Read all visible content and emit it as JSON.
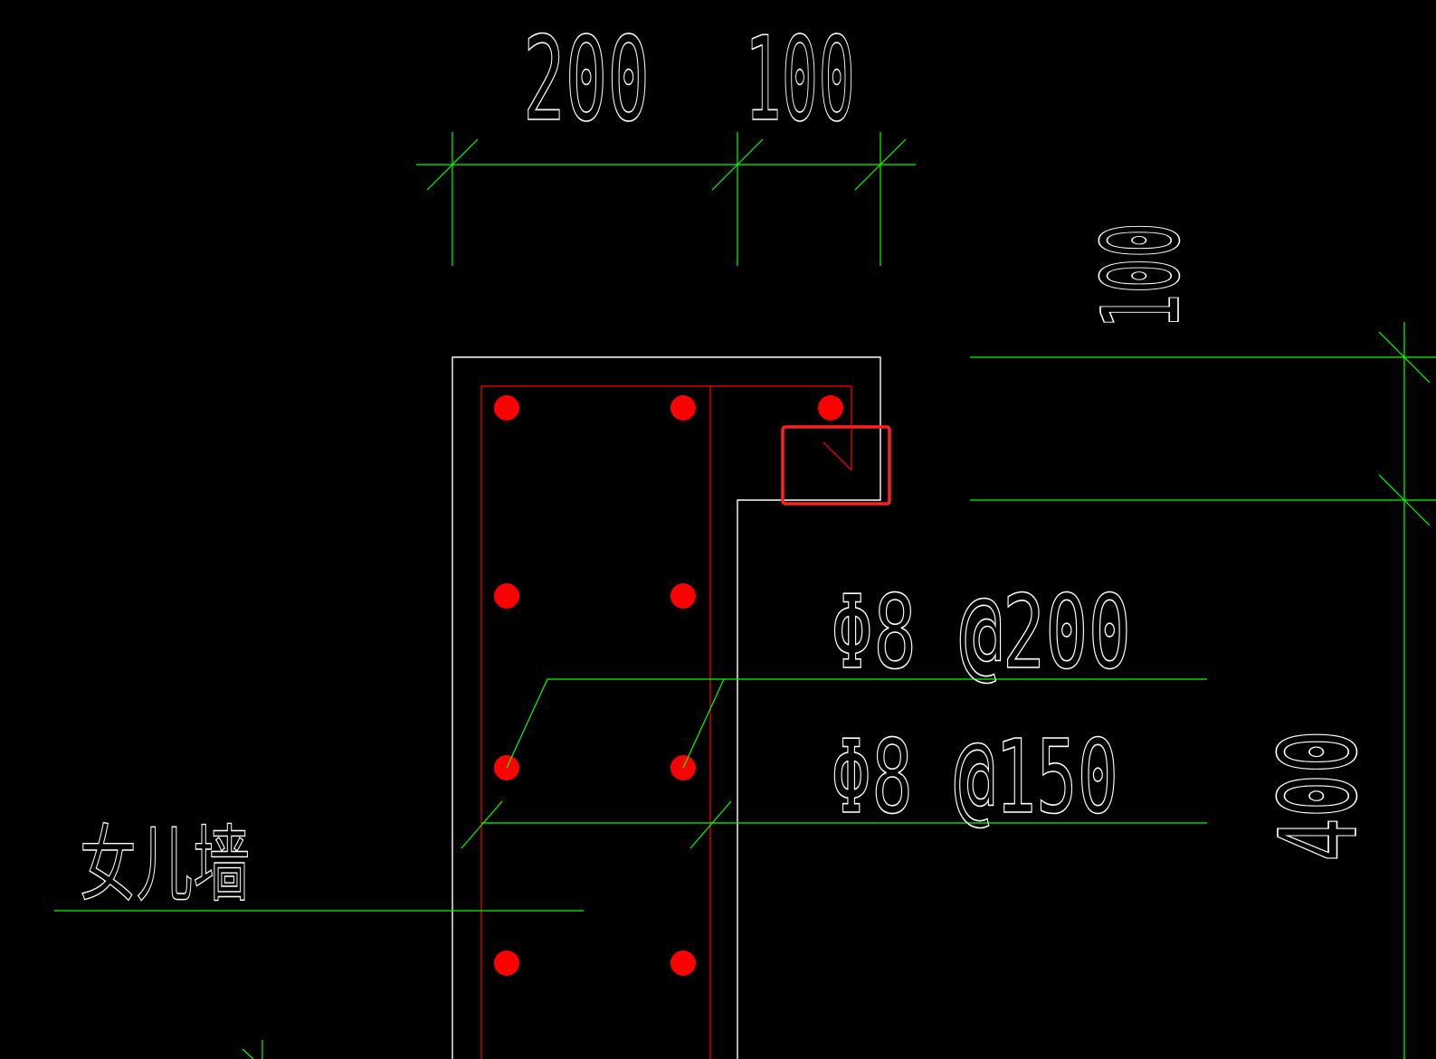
{
  "drawing": {
    "background_color": "#000000",
    "outline_color": "#ffffff",
    "dimension_color": "#00ff00",
    "rebar_color": "#ff0000",
    "highlight_color": "#ff2020",
    "dimensions": {
      "top_left": "200",
      "top_right": "100",
      "right_upper": "100",
      "right_lower": "400"
    },
    "rebar_labels": {
      "upper": "Φ8 @200",
      "lower": "Φ8 @150"
    },
    "element_label": "女儿墙"
  }
}
